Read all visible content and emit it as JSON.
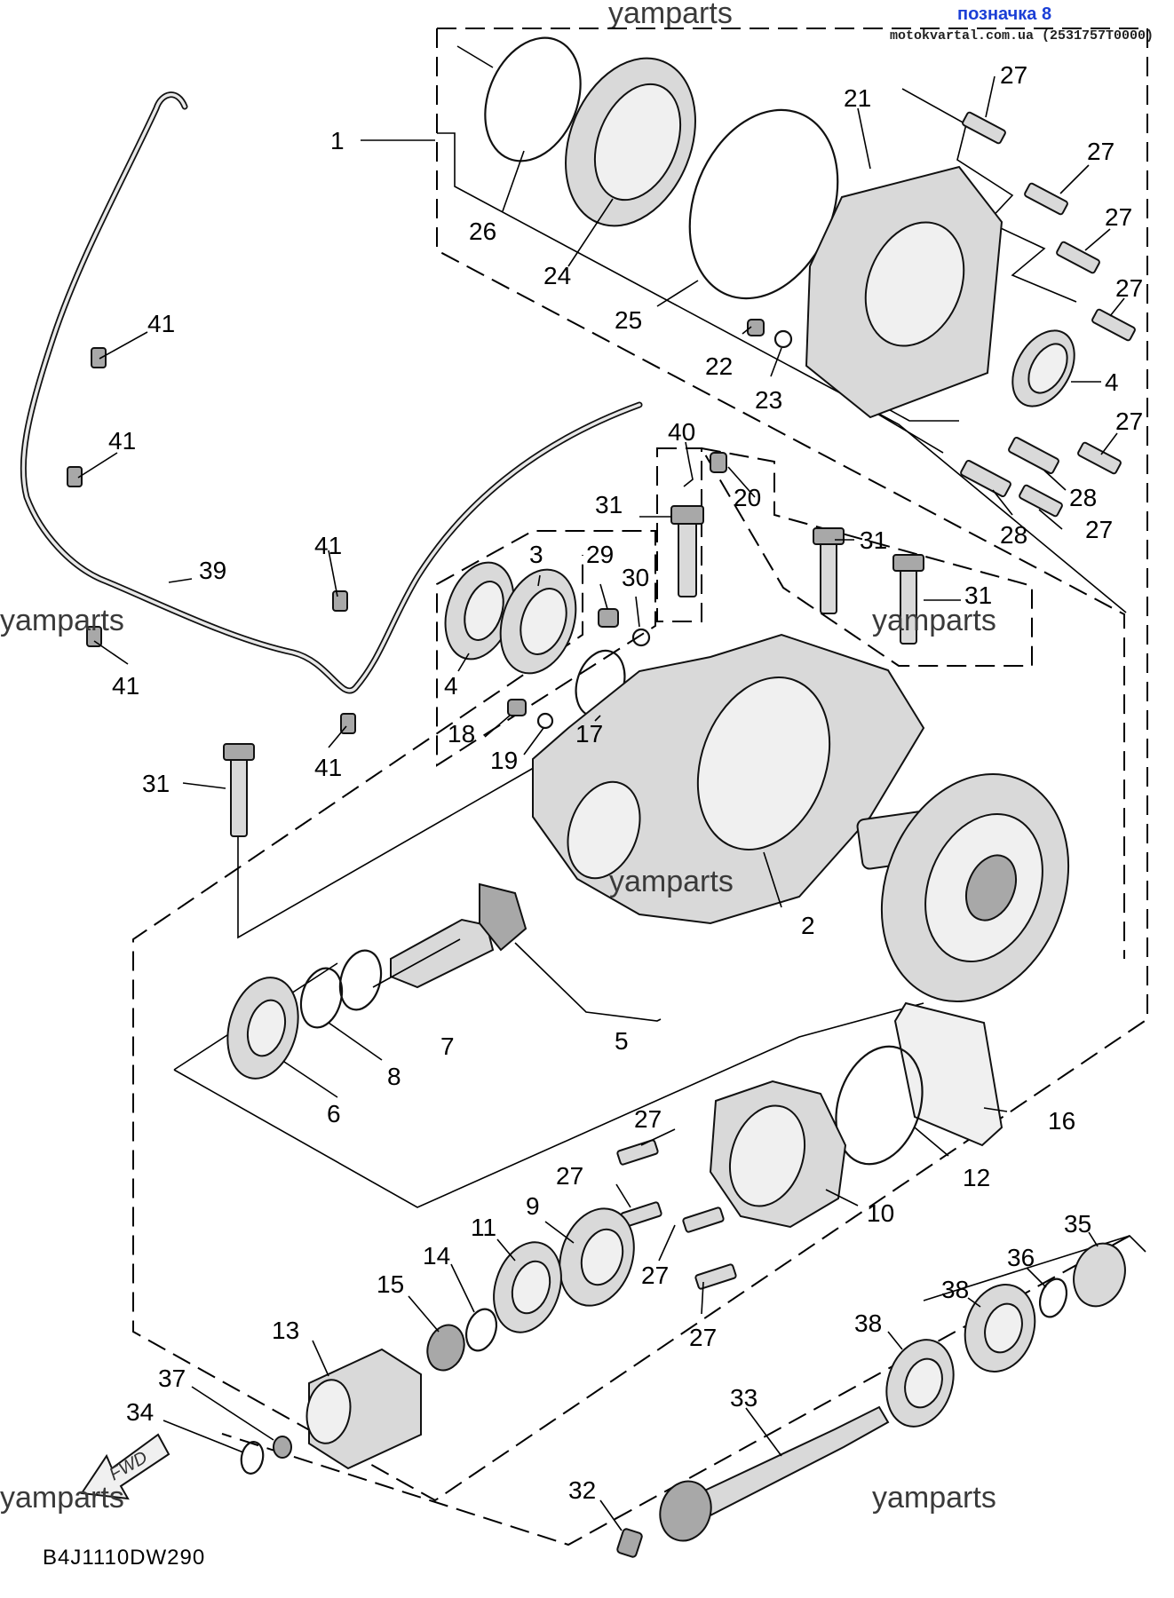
{
  "header": {
    "watermark_top": "yamparts",
    "label": "позначка 8",
    "source": "motokvartal.com.ua (2531757T0000)"
  },
  "watermarks": [
    "yamparts",
    "yamparts",
    "yamparts",
    "yamparts",
    "yamparts"
  ],
  "diagram_code": "B4J1110DW290",
  "fwd_arrow": {
    "text": "FWD",
    "icon": "forward-arrow-icon"
  },
  "callouts": [
    "1",
    "26",
    "24",
    "25",
    "21",
    "27",
    "27",
    "27",
    "27",
    "22",
    "23",
    "4",
    "27",
    "28",
    "28",
    "27",
    "40",
    "20",
    "31",
    "31",
    "31",
    "3",
    "29",
    "30",
    "4",
    "17",
    "18",
    "19",
    "41",
    "41",
    "39",
    "41",
    "41",
    "41",
    "31",
    "2",
    "5",
    "7",
    "8",
    "6",
    "16",
    "12",
    "27",
    "27",
    "10",
    "9",
    "11",
    "14",
    "15",
    "27",
    "27",
    "13",
    "35",
    "36",
    "38",
    "38",
    "37",
    "34",
    "33",
    "32"
  ]
}
